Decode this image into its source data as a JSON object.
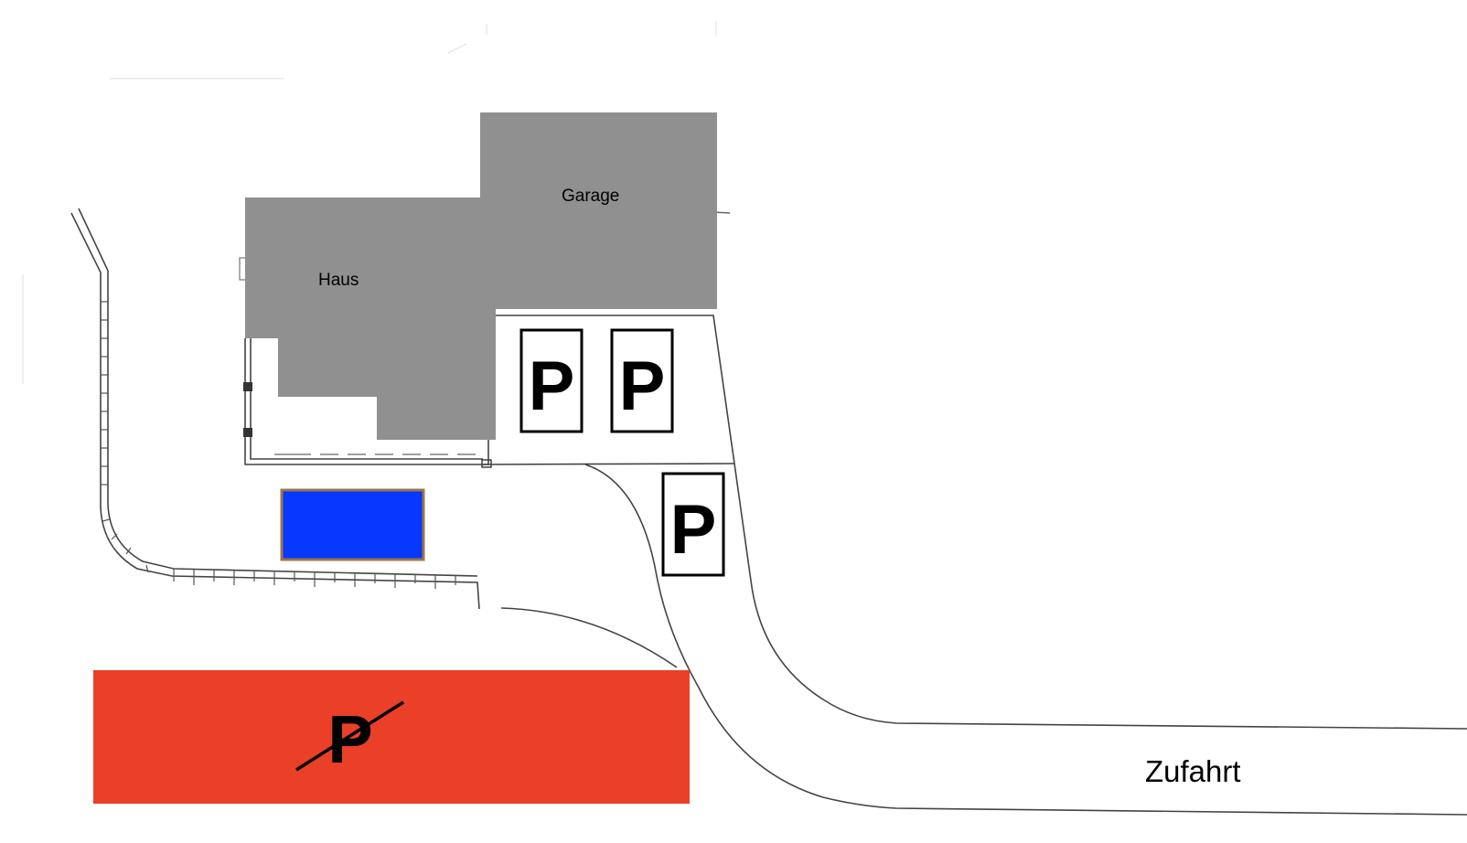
{
  "buildings": {
    "haus": {
      "label": "Haus"
    },
    "garage": {
      "label": "Garage"
    }
  },
  "parking": {
    "allowed_symbol": "P",
    "spot_count": 3,
    "no_parking_symbol": "P"
  },
  "road": {
    "label": "Zufahrt"
  },
  "colors": {
    "building": "#909090",
    "pool": "#0638ff",
    "pool_border": "#9c7548",
    "no_parking_zone": "#ea4027",
    "background": "#ffffff"
  },
  "icons": {
    "parking_spot": "parking-sign-icon",
    "no_parking": "no-parking-icon"
  }
}
